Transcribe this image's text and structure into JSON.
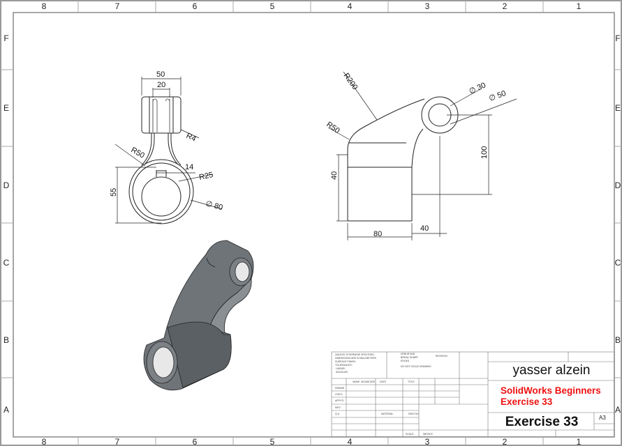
{
  "sheet": {
    "zones_columns": [
      "8",
      "7",
      "6",
      "5",
      "4",
      "3",
      "2",
      "1"
    ],
    "zones_rows": [
      "F",
      "E",
      "D",
      "C",
      "B",
      "A"
    ]
  },
  "front_view": {
    "dims": {
      "w50": "50",
      "w20": "20",
      "r4": "R4",
      "r50": "R50",
      "w14": "14",
      "r25": "R25",
      "d80": "∅ 80",
      "h55": "55"
    }
  },
  "side_view": {
    "dims": {
      "r200": "R200",
      "d30": "∅ 30",
      "d50": "∅ 50",
      "r50": "R50",
      "h100": "100",
      "h40": "40",
      "w80": "80",
      "w40": "40"
    }
  },
  "title_block": {
    "notes": [
      "UNLESS OTHERWISE SPECIFIED:",
      "DIMENSIONS ARE IN MILLIMETERS",
      "SURFACE FINISH:",
      "TOLERANCES:",
      "LINEAR:",
      "ANGULAR:"
    ],
    "finish": [
      "DEBUR AND",
      "BREAK SHARP",
      "EDGES"
    ],
    "do_not_scale": "DO NOT SCALE DRAWING",
    "revision": "REVISION",
    "col_headers": [
      "NAME",
      "SIGNATURE",
      "DATE",
      "TITLE:"
    ],
    "rows": [
      "DRAWN",
      "CHK'D",
      "APPV'D",
      "MFG",
      "Q.A"
    ],
    "material": "MATERIAL:",
    "dwg_no": "DWG NO.",
    "scale": "SCALE:",
    "weight": "WEIGHT:",
    "author": "yasser alzein",
    "title_line1": "SolidWorks Beginners",
    "title_line2": "Exercise 33",
    "drawing_title": "Exercise 33",
    "size": "A3",
    "title_color": "#ee1111"
  }
}
